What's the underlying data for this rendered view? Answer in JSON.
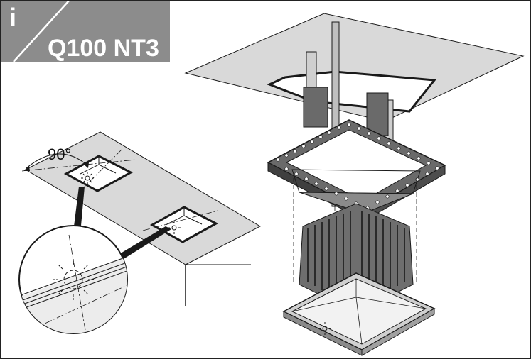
{
  "badge": {
    "info_symbol": "i",
    "product_code": "Q100 NT3",
    "bg_color": "#8c8c8c",
    "text_color": "#ffffff"
  },
  "angle_label": "90°",
  "colors": {
    "ceiling": "#d9d9d9",
    "housing": "#555555",
    "outline": "#1a1a1a",
    "reflector": "#f2f2f2"
  }
}
